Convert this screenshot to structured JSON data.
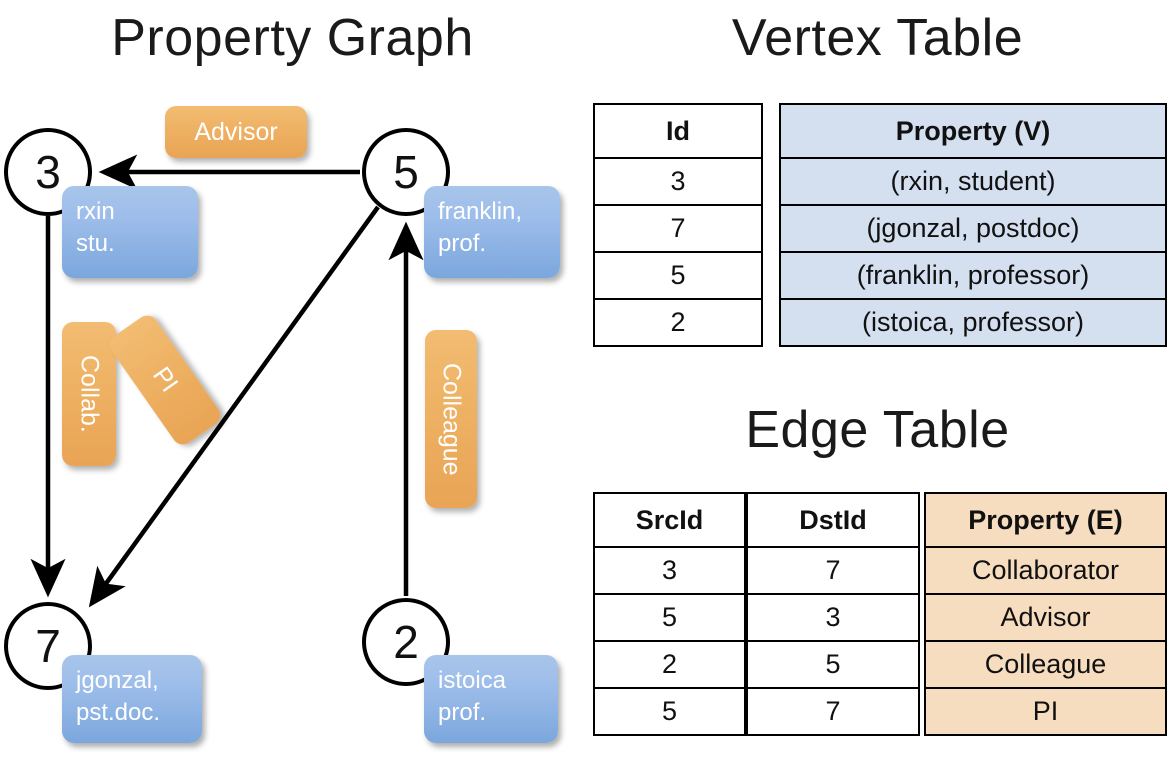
{
  "titles": {
    "property_graph": "Property Graph",
    "vertex_table": "Vertex Table",
    "edge_table": "Edge Table"
  },
  "colors": {
    "vertex_property_fill": "#d4dff0",
    "edge_property_fill": "#f7ddc0",
    "node_property_box": "#9dbdea",
    "edge_label_box": "#eeb163",
    "border": "#000000",
    "background": "#ffffff"
  },
  "graph": {
    "nodes": [
      {
        "id": "3",
        "property_lines": [
          "rxin",
          "stu."
        ]
      },
      {
        "id": "5",
        "property_lines": [
          "franklin,",
          "prof."
        ]
      },
      {
        "id": "7",
        "property_lines": [
          "jgonzal,",
          "pst.doc."
        ]
      },
      {
        "id": "2",
        "property_lines": [
          "istoica",
          "prof."
        ]
      }
    ],
    "edge_labels": [
      {
        "name": "advisor",
        "text": "Advisor",
        "orientation": "horizontal"
      },
      {
        "name": "collab",
        "text": "Collab.",
        "orientation": "vertical"
      },
      {
        "name": "pi",
        "text": "PI",
        "orientation": "vertical-rotated"
      },
      {
        "name": "colleague",
        "text": "Colleague",
        "orientation": "vertical"
      }
    ],
    "edges": [
      {
        "from": "5",
        "to": "3",
        "label": "Advisor"
      },
      {
        "from": "3",
        "to": "7",
        "label": "Collab."
      },
      {
        "from": "5",
        "to": "7",
        "label": "PI"
      },
      {
        "from": "2",
        "to": "5",
        "label": "Colleague"
      }
    ]
  },
  "vertex_table": {
    "headers": [
      "Id",
      "Property (V)"
    ],
    "rows": [
      {
        "id": "3",
        "property": "(rxin, student)"
      },
      {
        "id": "7",
        "property": "(jgonzal, postdoc)"
      },
      {
        "id": "5",
        "property": "(franklin, professor)"
      },
      {
        "id": "2",
        "property": "(istoica, professor)"
      }
    ]
  },
  "edge_table": {
    "headers": [
      "SrcId",
      "DstId",
      "Property (E)"
    ],
    "rows": [
      {
        "src": "3",
        "dst": "7",
        "property": "Collaborator"
      },
      {
        "src": "5",
        "dst": "3",
        "property": "Advisor"
      },
      {
        "src": "2",
        "dst": "5",
        "property": "Colleague"
      },
      {
        "src": "5",
        "dst": "7",
        "property": "PI"
      }
    ]
  }
}
